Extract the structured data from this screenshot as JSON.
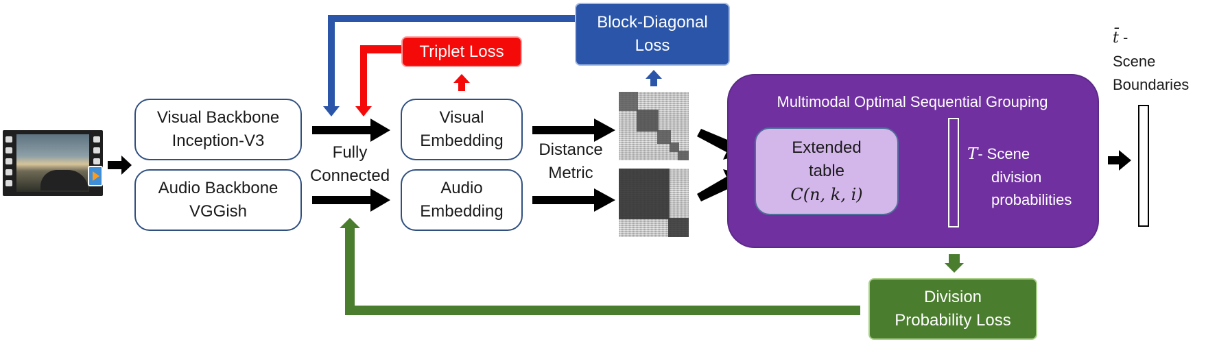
{
  "colors": {
    "blue_arrow": "#2a55a8",
    "red_arrow": "#f50a0a",
    "green_arrow": "#4a7d2e",
    "black_arrow": "#000000",
    "purple_panel": "#7030a0",
    "lavender_box": "#d3b6ea"
  },
  "icons": {
    "video": "video-film-icon"
  },
  "visual_backbone": {
    "line1": "Visual Backbone",
    "line2": "Inception-V3"
  },
  "audio_backbone": {
    "line1": "Audio Backbone",
    "line2": "VGGish"
  },
  "fully_connected": {
    "line1": "Fully",
    "line2": "Connected"
  },
  "visual_embedding": {
    "line1": "Visual",
    "line2": "Embedding"
  },
  "audio_embedding": {
    "line1": "Audio",
    "line2": "Embedding"
  },
  "distance_metric": {
    "line1": "Distance",
    "line2": "Metric"
  },
  "triplet_loss": "Triplet Loss",
  "block_diagonal_loss": {
    "line1": "Block-Diagonal",
    "line2": "Loss"
  },
  "mosg": {
    "title": "Multimodal Optimal Sequential Grouping",
    "table_line1": "Extended",
    "table_line2": "table",
    "table_formula": "C(n, k, i)",
    "T_symbol": "T",
    "T_dash": "-",
    "probs_line1": "Scene",
    "probs_line2": "division",
    "probs_line3": "probabilities"
  },
  "scene_boundaries": {
    "symbol": "t̄",
    "dash": " -",
    "line2": "Scene",
    "line3": "Boundaries"
  },
  "division_probability_loss": {
    "line1": "Division",
    "line2": "Probability Loss"
  }
}
